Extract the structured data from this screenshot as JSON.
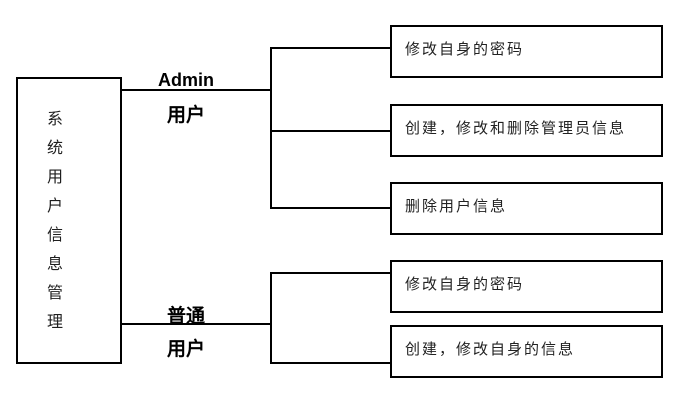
{
  "colors": {
    "background": "#ffffff",
    "line": "#000000",
    "box_text": "#222222",
    "label_text": "#000000"
  },
  "diagram": {
    "root": {
      "label": "系统用户信息管理",
      "chars": [
        "系",
        "统",
        "用",
        "户",
        "信",
        "息",
        "管",
        "理"
      ]
    },
    "branches": [
      {
        "label_top": "Admin",
        "label_bottom": "用户",
        "children": [
          "修改自身的密码",
          "创建，修改和删除管理员信息",
          "删除用户信息"
        ]
      },
      {
        "label_top": "普通",
        "label_bottom": "用户",
        "children": [
          "修改自身的密码",
          "创建，修改自身的信息"
        ]
      }
    ]
  }
}
